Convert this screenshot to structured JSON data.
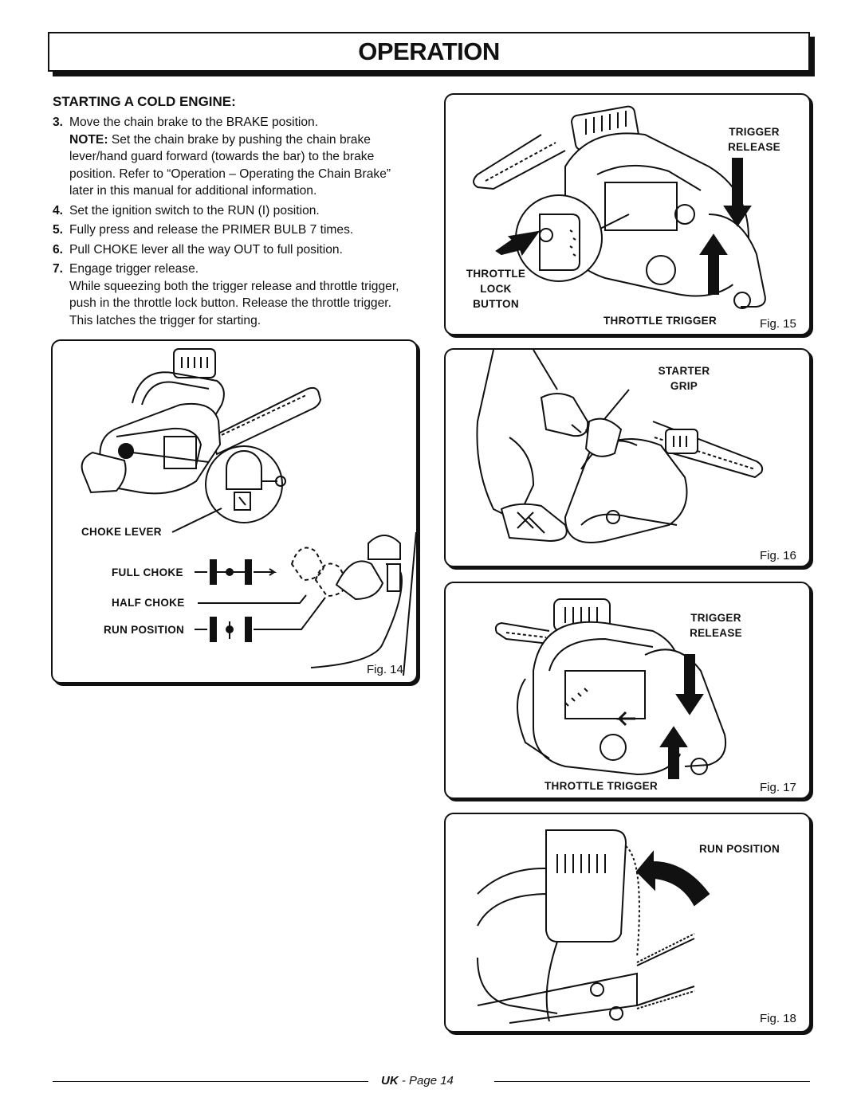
{
  "header": {
    "title": "OPERATION"
  },
  "section": {
    "title": "STARTING A COLD ENGINE:",
    "steps": [
      {
        "num": "3.",
        "text": "Move the chain brake to the BRAKE position."
      },
      {
        "note_label": "NOTE:",
        "note_text": "Set the chain brake by pushing the chain brake lever/hand guard forward (towards the bar) to the brake position. Refer to “Operation – Operating the Chain Brake” later in this manual for additional information."
      },
      {
        "num": "4.",
        "text": "Set the ignition switch to the RUN (I) position."
      },
      {
        "num": "5.",
        "text": "Fully press and release the PRIMER BULB 7 times."
      },
      {
        "num": "6.",
        "text": "Pull CHOKE lever all the way OUT to full position."
      },
      {
        "num": "7.",
        "text": "Engage trigger release."
      },
      {
        "text": "While squeezing both the trigger release and throttle trigger, push in the throttle lock button. Release the throttle trigger. This latches the trigger for starting."
      }
    ]
  },
  "fig14": {
    "caption": "Fig. 14",
    "choke_lever": "CHOKE LEVER",
    "full_choke": "FULL CHOKE",
    "half_choke": "HALF CHOKE",
    "run_position": "RUN POSITION"
  },
  "fig15": {
    "caption": "Fig. 15",
    "trigger_release": "TRIGGER RELEASE",
    "throttle_lock": "THROTTLE LOCK BUTTON",
    "throttle_trigger": "THROTTLE TRIGGER"
  },
  "fig16": {
    "caption": "Fig. 16",
    "starter_grip": "STARTER GRIP"
  },
  "fig17": {
    "caption": "Fig. 17",
    "trigger_release": "TRIGGER RELEASE",
    "throttle_trigger": "THROTTLE TRIGGER"
  },
  "fig18": {
    "caption": "Fig. 18",
    "run_position": "RUN POSITION"
  },
  "footer": {
    "region": "UK",
    "page": "- Page 14"
  }
}
